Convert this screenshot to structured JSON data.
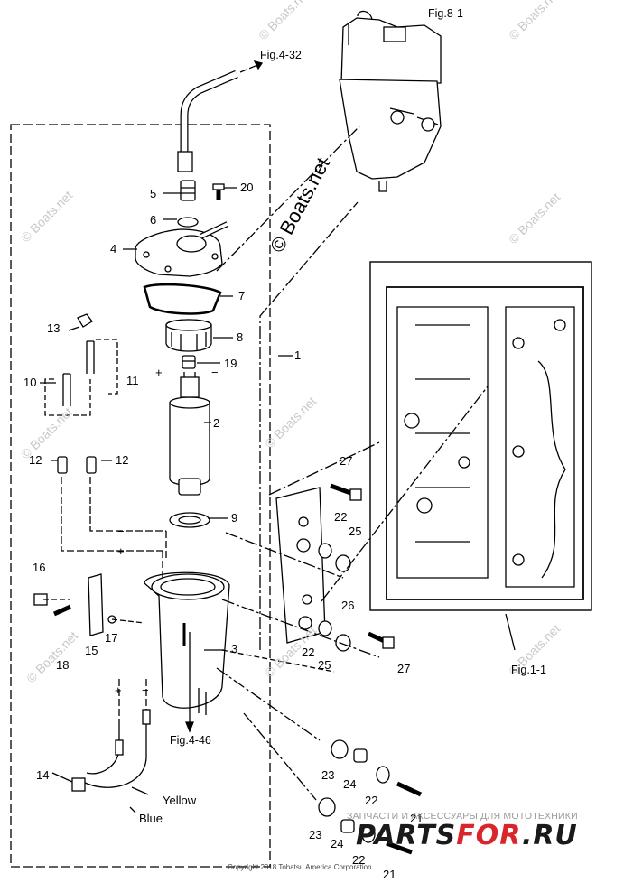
{
  "callouts": {
    "n1": "1",
    "n2": "2",
    "n3": "3",
    "n4": "4",
    "n5": "5",
    "n6": "6",
    "n7": "7",
    "n8": "8",
    "n9": "9",
    "n10": "10",
    "n11": "11",
    "n12a": "12",
    "n12b": "12",
    "n13": "13",
    "n14": "14",
    "n15": "15",
    "n16": "16",
    "n17": "17",
    "n18": "18",
    "n19": "19",
    "n20": "20",
    "n21a": "21",
    "n21b": "21",
    "n22a": "22",
    "n22b": "22",
    "n22c": "22",
    "n22d": "22",
    "n23a": "23",
    "n23b": "23",
    "n24a": "24",
    "n24b": "24",
    "n25a": "25",
    "n25b": "25",
    "n26": "26",
    "n27a": "27",
    "n27b": "27"
  },
  "references": {
    "fig8_1": "Fig.8-1",
    "fig4_32": "Fig.4-32",
    "fig4_46": "Fig.4-46",
    "fig1_1": "Fig.1-1"
  },
  "wires": {
    "yellow": "Yellow",
    "blue": "Blue"
  },
  "polarity": {
    "plus": "+",
    "minus": "−"
  },
  "watermark": {
    "main": "© Boats.net",
    "faint": "© Boats.net"
  },
  "copyright": "Copyright 2018 Tohatsu America Corporation",
  "shop": {
    "tagline": "ЗАПЧАСТИ И АКСЕССУАРЫ ДЛЯ МОТОТЕХНИКИ",
    "logo_a": "PARTS",
    "logo_b": "FOR",
    "logo_c": ".RU",
    "color_dark": "#1a1a1a",
    "color_red": "#d8262b"
  }
}
